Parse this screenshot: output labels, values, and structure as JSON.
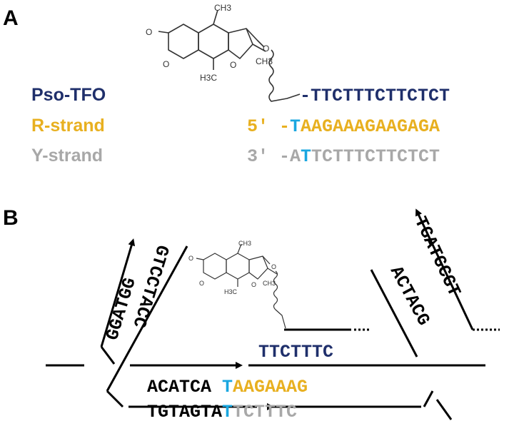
{
  "panel_a": {
    "label": "A",
    "pso_label": "Pso-TFO",
    "r_label": "R-strand",
    "y_label": "Y-strand",
    "tfo_seq": "-TTCTTTCTTCTCT",
    "r_prefix": "5′ -",
    "r_highlight": "T",
    "r_rest": "AAGAAAGAAGAGA",
    "y_prefix": "3′ -A",
    "y_highlight": "T",
    "y_rest": "TCTTTCTTCTCT"
  },
  "panel_b": {
    "label": "B",
    "tfo": "TTCTTTC",
    "top_black": "ACATCA ",
    "top_highlight": "T",
    "top_gold": "AAGAAAG",
    "bottom_black": "TGTAGTA",
    "bottom_highlight": "T",
    "bottom_gray": "TCTTTC",
    "left_arm_outer": "GGATGG",
    "left_arm_inner": "GTCCTACC",
    "right_arm_inner": "ACTACG",
    "right_arm_outer": "TGATGCGT"
  },
  "psoralen": {
    "o_label": "O",
    "ch3_label": "CH3",
    "h3c_label": "H3C"
  },
  "colors": {
    "navy": "#1f2f6b",
    "gold": "#e8b020",
    "gray": "#a8a8a8",
    "cyan": "#1aa7e0",
    "black": "#000000"
  }
}
